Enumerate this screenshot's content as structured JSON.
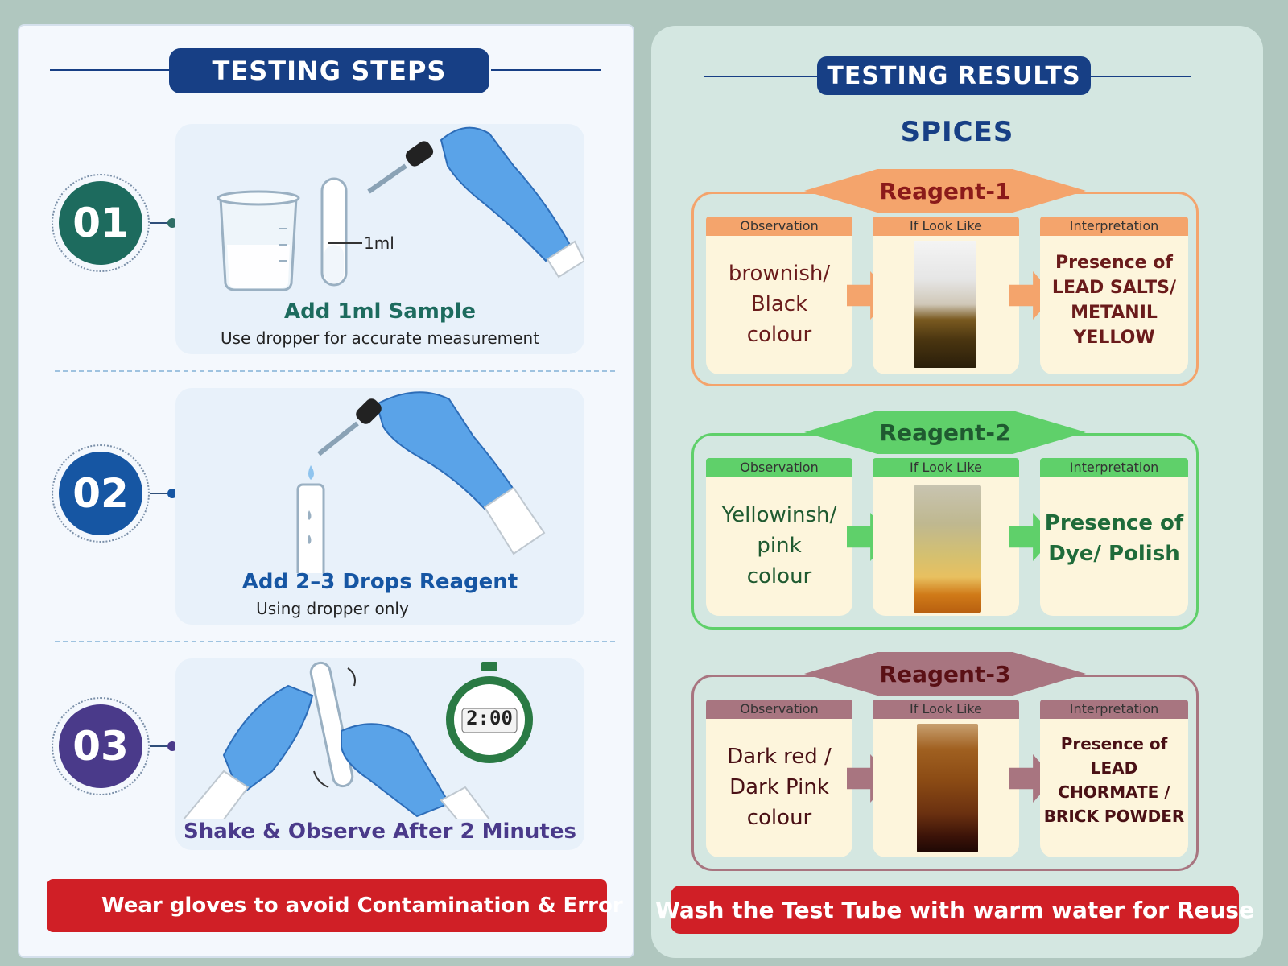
{
  "left": {
    "header": "TESTING STEPS",
    "steps": [
      {
        "number": "01",
        "title": "Add 1ml Sample",
        "subtitle": "Use dropper for accurate measurement",
        "measure_label": "1ml",
        "color": "#1d6b5e"
      },
      {
        "number": "02",
        "title": "Add 2–3 Drops Reagent",
        "subtitle": "Using dropper only",
        "color": "#1656a3"
      },
      {
        "number": "03",
        "title": "Shake & Observe After 2 Minutes",
        "subtitle": "",
        "timer": "2:00",
        "color": "#4a3a8a"
      }
    ],
    "warning": "Wear gloves to avoid Contamination & Error"
  },
  "right": {
    "header": "TESTING RESULTS",
    "subheader": "SPICES",
    "reagents": [
      {
        "name": "Reagent-1",
        "color": "#f4a46c",
        "text_color": "#8b1a1a",
        "observation_label": "Observation",
        "image_label": "If Look Like",
        "interpretation_label": "Interpretation",
        "observation": "brownish/\nBlack\ncolour",
        "interpretation": "Presence of\nLEAD SALTS/\nMETANIL\nYELLOW"
      },
      {
        "name": "Reagent-2",
        "color": "#5fd06a",
        "text_color": "#1f6b3a",
        "observation_label": "Observation",
        "image_label": "If Look Like",
        "interpretation_label": "Interpretation",
        "observation": "Yellowinsh/\npink\ncolour",
        "interpretation": "Presence of\nDye/ Polish"
      },
      {
        "name": "Reagent-3",
        "color": "#a87580",
        "text_color": "#5a1015",
        "observation_label": "Observation",
        "image_label": "If Look Like",
        "interpretation_label": "Interpretation",
        "observation": "Dark red /\nDark Pink\ncolour",
        "interpretation": "Presence of\nLEAD\nCHORMATE /\nBRICK POWDER"
      }
    ],
    "footer": "Wash the Test Tube with warm water for Reuse"
  }
}
